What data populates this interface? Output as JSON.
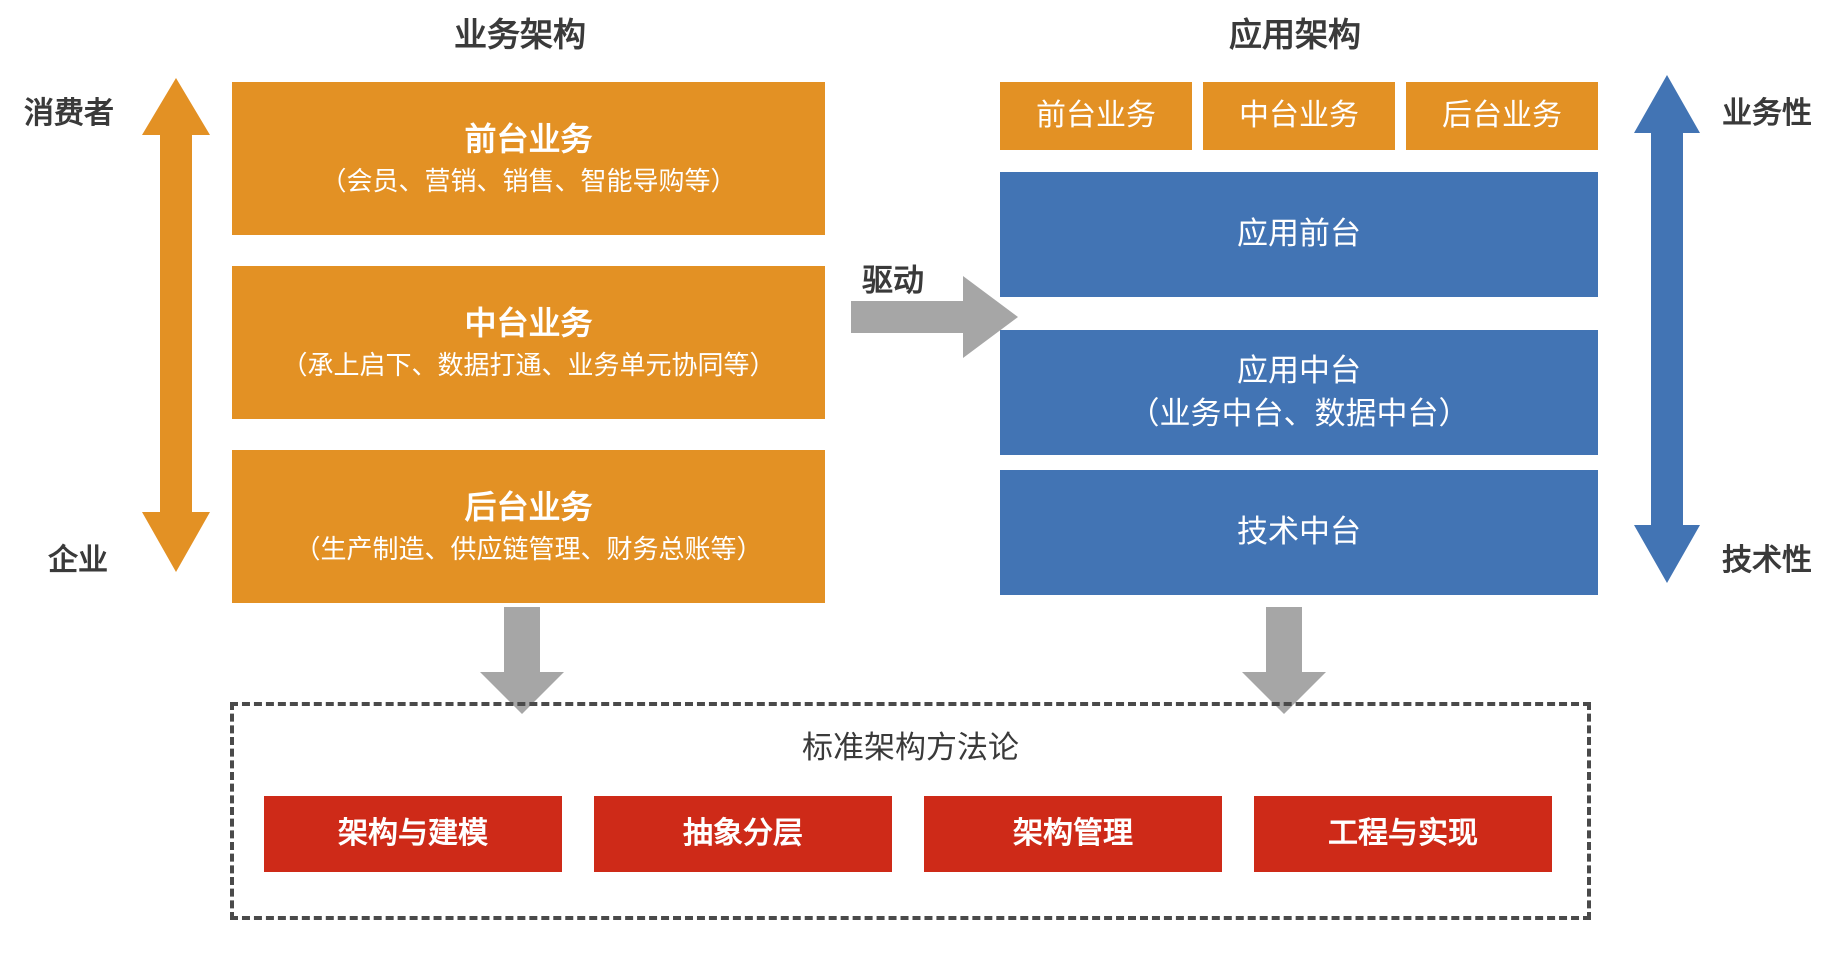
{
  "diagram": {
    "columns": [
      {
        "id": "business-architecture",
        "title": "业务架构"
      },
      {
        "id": "application-architecture",
        "title": "应用架构"
      }
    ],
    "business_layers": [
      {
        "title": "前台业务",
        "detail": "（会员、营销、销售、智能导购等）"
      },
      {
        "title": "中台业务",
        "detail": "（承上启下、数据打通、业务单元协同等）"
      },
      {
        "title": "后台业务",
        "detail": "（生产制造、供应链管理、财务总账等）"
      }
    ],
    "application_chips": [
      {
        "label": "前台业务"
      },
      {
        "label": "中台业务"
      },
      {
        "label": "后台业务"
      }
    ],
    "application_layers": [
      {
        "title": "应用前台",
        "detail": ""
      },
      {
        "title": "应用中台",
        "detail": "（业务中台、数据中台）"
      },
      {
        "title": "技术中台",
        "detail": ""
      }
    ],
    "left_axis": {
      "top_label": "消费者",
      "bottom_label": "企业",
      "color": "#E39124"
    },
    "right_axis": {
      "top_label": "业务性",
      "bottom_label": "技术性",
      "color": "#4274B4"
    },
    "connector": {
      "label": "驱动",
      "color": "#A6A6A6"
    },
    "methodology": {
      "title": "标准架构方法论",
      "items": [
        {
          "label": "架构与建模"
        },
        {
          "label": "抽象分层"
        },
        {
          "label": "架构管理"
        },
        {
          "label": "工程与实现"
        }
      ]
    },
    "palette": {
      "orange": "#E39124",
      "blue": "#4274B4",
      "red": "#CE2A18",
      "gray": "#A6A6A6",
      "dark_text": "#3A3A3A",
      "background": "#FFFFFF"
    }
  }
}
